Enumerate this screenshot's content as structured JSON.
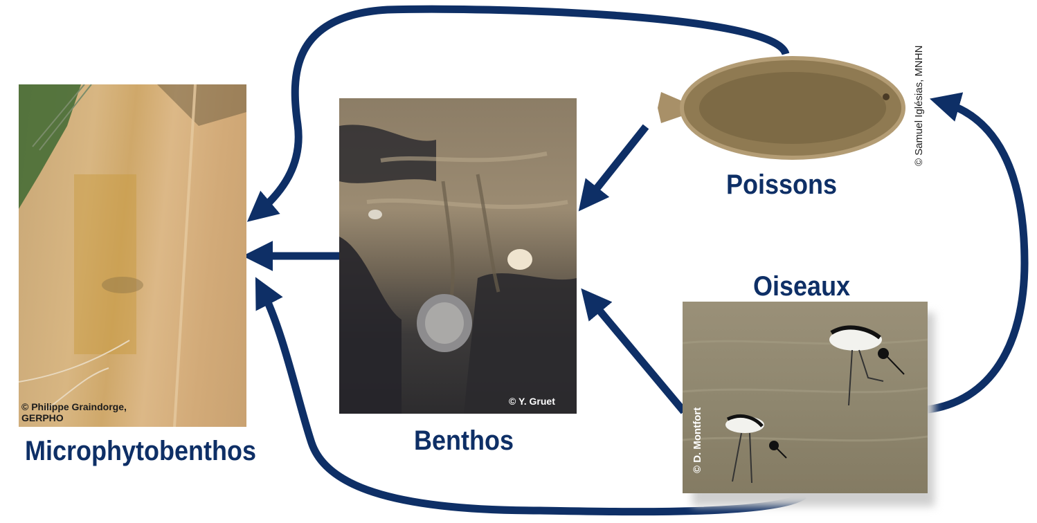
{
  "nodes": {
    "microphytobenthos": {
      "label": "Microphytobenthos",
      "credit_line1": "© Philippe Graindorge,",
      "credit_line2": "GERPHO"
    },
    "benthos": {
      "label": "Benthos",
      "credit": "© Y. Gruet"
    },
    "poissons": {
      "label": "Poissons",
      "credit": "© Samuel Iglésias, MNHN"
    },
    "oiseaux": {
      "label": "Oiseaux",
      "credit": "© D. Montfort"
    }
  },
  "colors": {
    "arrow": "#0e2f66",
    "label": "#0e2f66"
  }
}
